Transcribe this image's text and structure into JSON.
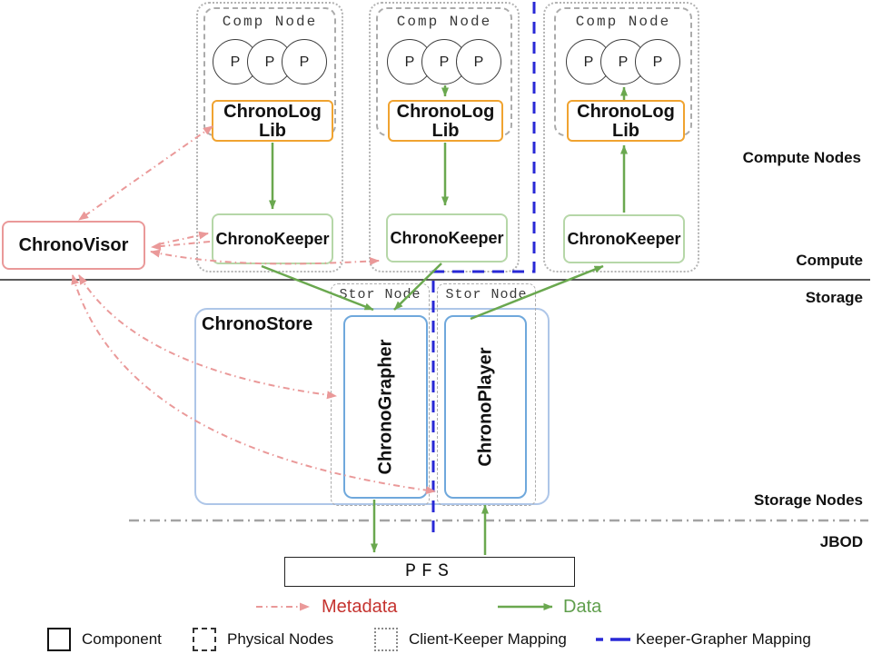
{
  "columns": [
    {
      "title": "Comp Node",
      "p1": "P",
      "p2": "P",
      "p3": "P",
      "lib_line1": "ChronoLog",
      "lib_line2": "Lib",
      "keeper": "ChronoKeeper"
    },
    {
      "title": "Comp Node",
      "p1": "P",
      "p2": "P",
      "p3": "P",
      "lib_line1": "ChronoLog",
      "lib_line2": "Lib",
      "keeper": "ChronoKeeper"
    },
    {
      "title": "Comp Node",
      "p1": "P",
      "p2": "P",
      "p3": "P",
      "lib_line1": "ChronoLog",
      "lib_line2": "Lib",
      "keeper": "ChronoKeeper"
    }
  ],
  "visor": {
    "label": "ChronoVisor"
  },
  "storage": {
    "store_label": "ChronoStore",
    "stor_node_titles": [
      "Stor Node",
      "Stor Node"
    ],
    "grapher": "ChronoGrapher",
    "player": "ChronoPlayer",
    "pfs": "PFS"
  },
  "region_labels": {
    "compute_nodes": "Compute Nodes",
    "compute": "Compute",
    "storage": "Storage",
    "storage_nodes": "Storage Nodes",
    "jbod": "JBOD"
  },
  "legend": {
    "metadata": "Metadata",
    "data": "Data",
    "component": "Component",
    "physical_nodes": "Physical Nodes",
    "client_keeper": "Client-Keeper Mapping",
    "keeper_grapher": "Keeper-Grapher Mapping"
  },
  "colors": {
    "data_green": "#6aa84f",
    "metadata_pink": "#ea9999",
    "metadata_text_red": "#c5332f",
    "data_text_green": "#5f9e4c",
    "mapping_blue": "#2929d6",
    "lib_orange": "#f0a330",
    "keeper_green": "#b6d7a8",
    "store_blue": "#aec6e8",
    "process_blue": "#6fa8dc",
    "visor_pink": "#ea9999"
  }
}
